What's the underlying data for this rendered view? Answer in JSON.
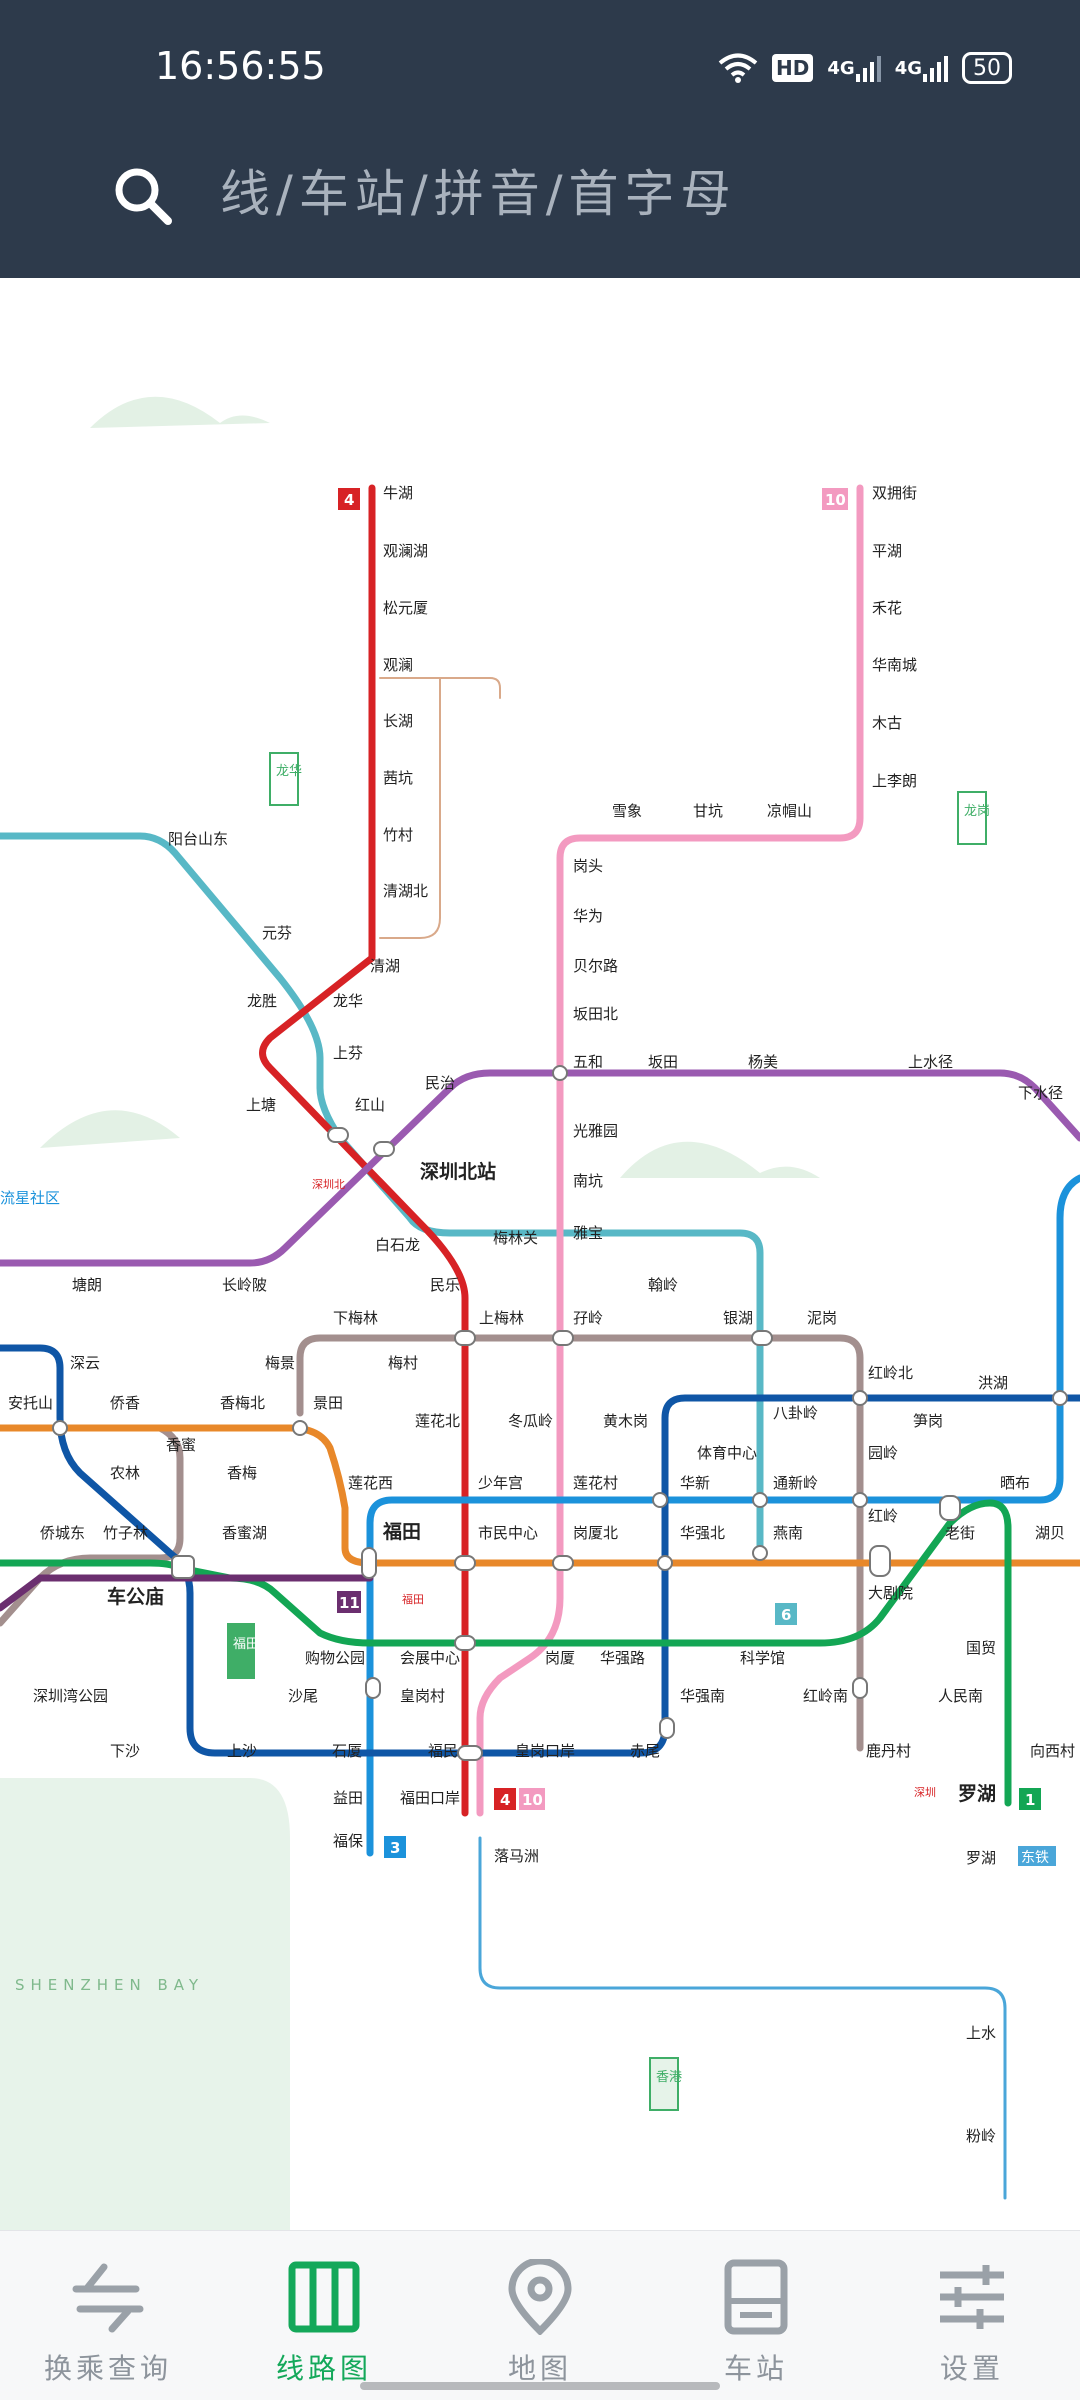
{
  "status_bar": {
    "time": "16:56:55",
    "hd_label": "HD",
    "network_1": "4G",
    "network_2": "4G",
    "battery": "50"
  },
  "search": {
    "placeholder": "线/车站/拼音/首字母"
  },
  "colors": {
    "header_bg": "#2d3a4b",
    "line1": "#13a654",
    "line2": "#e8882a",
    "line3": "#1b92db",
    "line4": "#d72225",
    "line5": "#9a5ab0",
    "line6": "#58b8c6",
    "line7": "#0f56a6",
    "line9": "#a38f8e",
    "line10": "#f39ac0",
    "line11": "#6b2f6f",
    "active_tab": "#14a85a"
  },
  "map": {
    "line_badges": {
      "l4": "4",
      "l10": "10",
      "l11": "11",
      "l6": "6",
      "l3": "3",
      "l1": "1",
      "l4b": "4",
      "l10b": "10"
    },
    "districts": {
      "longhua": "龙华",
      "longgang": "龙岗",
      "futian": "福田",
      "hongkong": "香港"
    },
    "stations": {
      "niuhu": "牛湖",
      "guanlanhu": "观澜湖",
      "songyuansha": "松元厦",
      "guanlan": "观澜",
      "changhu": "长湖",
      "maokeng": "茜坑",
      "zhucun": "竹村",
      "qinghubei": "清湖北",
      "qinghu": "清湖",
      "longhua": "龙华",
      "longsheng": "龙胜",
      "shangfen": "上芬",
      "hongshan": "红山",
      "shangtang": "上塘",
      "yuanfen": "元芬",
      "yangtaishandong": "阳台山东",
      "shenzhenbei": "深圳北站",
      "minzhi": "民治",
      "baishilong": "白石龙",
      "meilinguan": "梅林关",
      "minle": "民乐",
      "tanglang": "塘朗",
      "changlingpi": "长岭陂",
      "shuangyongjie": "双拥街",
      "pinghu": "平湖",
      "hehua": "禾花",
      "huanancheng": "华南城",
      "mugu": "木古",
      "shanglilang": "上李朗",
      "xuexiang": "雪象",
      "gankeng": "甘坑",
      "liangmaoshan": "凉帽山",
      "gangtou": "岗头",
      "huawei": "华为",
      "beierlu": "贝尔路",
      "bantianbei": "坂田北",
      "wuhe": "五和",
      "bantian": "坂田",
      "yangmei": "杨美",
      "shangshuijing": "上水径",
      "xiashuijing": "下水径",
      "guangyayuan": "光雅园",
      "nankeng": "南坑",
      "yabao": "雅宝",
      "hanling": "翰岭",
      "shangmeilin": "上梅林",
      "xialing": "孖岭",
      "yinhu": "银湖",
      "nigang": "泥岗",
      "xiameilin": "下梅林",
      "meicun": "梅村",
      "meijing": "梅景",
      "jingtian": "景田",
      "xiangmeibei": "香梅北",
      "qiaoxiang": "侨香",
      "shenyun": "深云",
      "anfoshan": "安托山",
      "xiangmi": "香蜜",
      "nonglin": "农林",
      "xiangmei": "香梅",
      "lianhuabei": "莲花北",
      "dongguachong": "冬瓜岭",
      "huangmugang": "黄木岗",
      "bagualing": "八卦岭",
      "honglingbei": "红岭北",
      "honghu": "洪湖",
      "sungang": "笋岗",
      "yuanling": "园岭",
      "tiyuzhongxin": "体育中心",
      "huaxin": "华新",
      "tongxinling": "通新岭",
      "hongling": "红岭",
      "shaibu": "晒布",
      "lianhuaxi": "莲花西",
      "shaoniangong": "少年宫",
      "lianhuacun": "莲花村",
      "futian": "福田",
      "shiminzhongxin": "市民中心",
      "gangxiabei": "岗厦北",
      "huaqiangbei": "华强北",
      "yannan": "燕南",
      "dajuyuan": "大剧院",
      "laojie": "老街",
      "hubei": "湖贝",
      "xiangmihu": "香蜜湖",
      "chegongmiao": "车公庙",
      "qiaochengdong": "侨城东",
      "zhuzilin": "竹子林",
      "gouwugongyuan": "购物公园",
      "huizhanzhongxin": "会展中心",
      "gangxia": "岗厦",
      "huaqianglu": "华强路",
      "kexueguan": "科学馆",
      "guomao": "国贸",
      "renminnan": "人民南",
      "shawei": "沙尾",
      "huanggangcun": "皇岗村",
      "huaqiangnan": "华强南",
      "honglingnan": "红岭南",
      "shixia": "石厦",
      "fumin": "福民",
      "huanggangkouan": "皇岗口岸",
      "chiwei": "赤尾",
      "lutancun": "鹿丹村",
      "luohu": "罗湖",
      "xiangxicun": "向西村",
      "yitian": "益田",
      "futiankouan": "福田口岸",
      "fubao": "福保",
      "shangsha": "上沙",
      "xiasha": "下沙",
      "shenzhenwangongyuan": "深圳湾公园",
      "luomazhou": "落马洲",
      "luowu": "罗湖",
      "shangshui": "上水",
      "fenling": "粉岭",
      "liuxingshequ": "流星社区"
    },
    "map_labels": {
      "shenzhen_bay": "SHENZHEN BAY",
      "dongtie": "东铁",
      "shenzhenbei_station": "深圳北",
      "futian_station": "福田",
      "shenzhen_station": "深圳"
    }
  },
  "bottom_nav": {
    "items": [
      {
        "label": "换乘查询",
        "icon": "transfer-icon",
        "active": false
      },
      {
        "label": "线路图",
        "icon": "map-book-icon",
        "active": true
      },
      {
        "label": "地图",
        "icon": "location-pin-icon",
        "active": false
      },
      {
        "label": "车站",
        "icon": "station-icon",
        "active": false
      },
      {
        "label": "设置",
        "icon": "sliders-icon",
        "active": false
      }
    ]
  }
}
